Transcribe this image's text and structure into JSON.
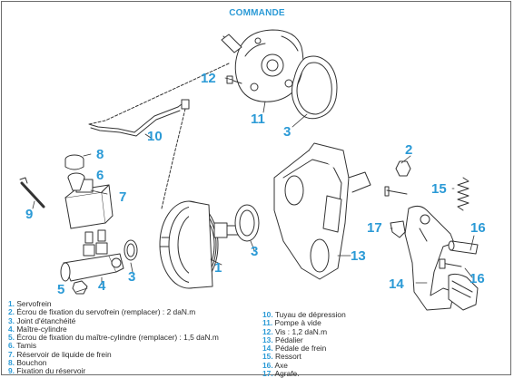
{
  "title": "COMMANDE",
  "callouts": {
    "c1": "1",
    "c2": "2",
    "c3a": "3",
    "c3b": "3",
    "c3c": "3",
    "c4": "4",
    "c5": "5",
    "c6": "6",
    "c7": "7",
    "c8": "8",
    "c9": "9",
    "c10": "10",
    "c11": "11",
    "c12": "12",
    "c13": "13",
    "c14": "14",
    "c15": "15",
    "c16a": "16",
    "c16b": "16",
    "c17": "17"
  },
  "legend_left": [
    {
      "num": "1.",
      "text": "Servofrein"
    },
    {
      "num": "2.",
      "text": "Écrou de fixation du servofrein (remplacer) : 2 daN.m"
    },
    {
      "num": "3.",
      "text": "Joint d'étanchéité"
    },
    {
      "num": "4.",
      "text": "Maître-cylindre"
    },
    {
      "num": "5.",
      "text": "Écrou de fixation du maître-cylindre (remplacer) : 1,5 daN.m"
    },
    {
      "num": "6.",
      "text": "Tamis"
    },
    {
      "num": "7.",
      "text": "Réservoir de liquide de frein"
    },
    {
      "num": "8.",
      "text": "Bouchon"
    },
    {
      "num": "9.",
      "text": "Fixation du réservoir"
    }
  ],
  "legend_right": [
    {
      "num": "10.",
      "text": "Tuyau de dépression"
    },
    {
      "num": "11.",
      "text": "Pompe à vide"
    },
    {
      "num": "12.",
      "text": "Vis : 1,2 daN.m"
    },
    {
      "num": "13.",
      "text": "Pédalier"
    },
    {
      "num": "14.",
      "text": "Pédale de frein"
    },
    {
      "num": "15.",
      "text": "Ressort"
    },
    {
      "num": "16.",
      "text": "Axe"
    },
    {
      "num": "17.",
      "text": "Agrafe."
    }
  ]
}
